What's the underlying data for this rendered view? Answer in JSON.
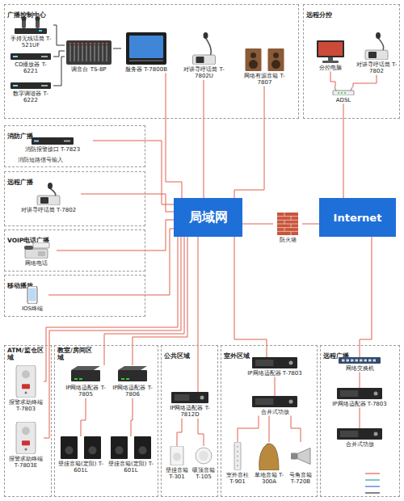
{
  "diagram": {
    "nodes": [
      {
        "text": [
          "广播控制中心"
        ]
      },
      {
        "text": [
          "手持无线话筒 T-521UF"
        ],
        "in": 0
      },
      {
        "text": [
          "CD播放器 T-6221"
        ],
        "in": 0
      },
      {
        "text": [
          "数字调谐器 T-6222"
        ],
        "in": 0
      },
      {
        "text": [
          "调音台 TS-8P"
        ],
        "in": 0
      },
      {
        "text": [
          "服务器 T-7800B"
        ],
        "in": 0
      },
      {
        "text": [
          "对讲寻呼话筒 T-7802U"
        ],
        "in": 0
      },
      {
        "text": [
          "网络有源音箱 T-7807"
        ],
        "in": 0
      },
      {
        "text": [
          "远程分控"
        ]
      },
      {
        "text": [
          "分控电脑"
        ],
        "in": 8
      },
      {
        "text": [
          "对讲寻呼话筒 T-7802"
        ],
        "in": 8
      },
      {
        "text": [
          "ADSL"
        ],
        "in": 8
      },
      {
        "text": [
          "消防广播"
        ]
      },
      {
        "text": [
          "消防报警接口 T-7823"
        ],
        "in": 12
      },
      {
        "text": [
          "远程广播"
        ]
      },
      {
        "text": [
          "对讲寻呼话筒 T-7802"
        ],
        "in": 14
      },
      {
        "text": [
          "VOIP电话广播"
        ]
      },
      {
        "text": [
          "网络电话"
        ],
        "in": 16
      },
      {
        "text": [
          "移动播放"
        ]
      },
      {
        "text": [
          "IOS终端"
        ],
        "in": 18
      },
      {
        "text": [
          "局域网"
        ]
      },
      {
        "text": [
          "防火墙"
        ]
      },
      {
        "text": [
          "Internet"
        ]
      },
      {
        "text": [
          "ATM/监仓区域"
        ]
      },
      {
        "text": [
          "报警求助终端 T-7803"
        ],
        "in": 23
      },
      {
        "text": [
          "报警求助终端 T-7803E"
        ],
        "in": 23
      },
      {
        "text": [
          "教室/房间区域"
        ]
      },
      {
        "text": [
          "IP网络适配器 T-7805"
        ],
        "in": 26
      },
      {
        "text": [
          "IP网络适配器 T-7806"
        ],
        "in": 26
      },
      {
        "text": [
          "壁挂音箱(定阻) T-601L"
        ],
        "in": 26
      },
      {
        "text": [
          "壁挂音箱(定阻) T-601L"
        ],
        "in": 26
      },
      {
        "text": [
          "公共区域"
        ]
      },
      {
        "text": [
          "IP网络适配器 T-7812D"
        ],
        "in": 31
      },
      {
        "text": [
          "壁挂音箱 T-301"
        ],
        "in": 31
      },
      {
        "text": [
          "吸顶音箱 T-105"
        ],
        "in": 31
      },
      {
        "text": [
          "室外区域"
        ]
      },
      {
        "text": [
          "IP网络适配器 T-7803"
        ],
        "in": 35
      },
      {
        "text": [
          "合并式功放"
        ],
        "in": 35
      },
      {
        "text": [
          "室外音柱 T-901"
        ],
        "in": 35
      },
      {
        "text": [
          "草地音箱 T-300A"
        ],
        "in": 35
      },
      {
        "text": [
          "号角音箱 T-720B"
        ],
        "in": 35
      },
      {
        "text": [
          "远程广播"
        ]
      },
      {
        "text": [
          "网络交换机"
        ],
        "in": 41
      },
      {
        "text": [
          "IP网络适配器 T-7803"
        ],
        "in": 41
      },
      {
        "text": [
          "合并式功放"
        ],
        "in": 41
      }
    ],
    "edges": [
      {
        "from": 1,
        "to": 4,
        "arrow": "none"
      },
      {
        "from": 2,
        "to": 4,
        "arrow": "none"
      },
      {
        "from": 3,
        "to": 4,
        "arrow": "none"
      },
      {
        "from": 4,
        "to": 5,
        "arrow": "none"
      },
      {
        "from": 5,
        "to": 20,
        "arrow": "none"
      },
      {
        "from": 6,
        "to": 20,
        "arrow": "none"
      },
      {
        "from": 7,
        "to": 20,
        "arrow": "none"
      },
      {
        "from": 13,
        "to": 20,
        "arrow": "none"
      },
      {
        "from": 15,
        "to": 20,
        "arrow": "none"
      },
      {
        "from": 17,
        "to": 20,
        "arrow": "none"
      },
      {
        "from": 19,
        "to": 20,
        "arrow": "none"
      },
      {
        "from": 20,
        "to": 21,
        "arrow": "none"
      },
      {
        "from": 21,
        "to": 22,
        "arrow": "none"
      },
      {
        "from": 22,
        "to": 11,
        "arrow": "none"
      },
      {
        "from": 11,
        "to": 9,
        "arrow": "none"
      },
      {
        "from": 11,
        "to": 10,
        "arrow": "none"
      },
      {
        "from": 20,
        "to": 24,
        "arrow": "none"
      },
      {
        "from": 20,
        "to": 25,
        "arrow": "none"
      },
      {
        "from": 20,
        "to": 27,
        "arrow": "none"
      },
      {
        "from": 20,
        "to": 28,
        "arrow": "none"
      },
      {
        "from": 20,
        "to": 32,
        "arrow": "none"
      },
      {
        "from": 20,
        "to": 36,
        "arrow": "none"
      },
      {
        "from": 22,
        "to": 42,
        "arrow": "none"
      },
      {
        "from": 27,
        "to": 29,
        "arrow": "none"
      },
      {
        "from": 28,
        "to": 30,
        "arrow": "none"
      },
      {
        "from": 32,
        "to": 33,
        "arrow": "none"
      },
      {
        "from": 32,
        "to": 34,
        "arrow": "none"
      },
      {
        "from": 36,
        "to": 37,
        "arrow": "none"
      },
      {
        "from": 37,
        "to": 38,
        "arrow": "none"
      },
      {
        "from": 37,
        "to": 39,
        "arrow": "none"
      },
      {
        "from": 37,
        "to": 40,
        "arrow": "none"
      },
      {
        "from": 42,
        "to": 43,
        "arrow": "none"
      },
      {
        "from": 43,
        "to": 44,
        "arrow": "none"
      }
    ],
    "labels": [
      "消防短路信号输入"
    ]
  }
}
